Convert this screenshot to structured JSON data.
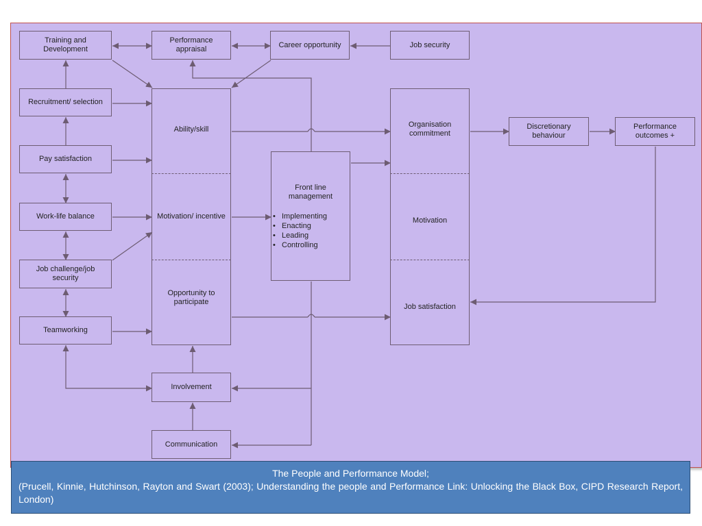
{
  "diagram": {
    "nodes": {
      "training": "Training and\nDevelopment",
      "appraisal": "Performance\nappraisal",
      "career": "Career opportunity",
      "jobsecurity": "Job security",
      "recruitment": "Recruitment/ selection",
      "pay": "Pay satisfaction",
      "worklife": "Work-life balance",
      "challenge": "Job challenge/job\nsecurity",
      "teamworking": "Teamworking",
      "involvement": "Involvement",
      "communication": "Communication",
      "discretionary": "Discretionary\nbehaviour",
      "outcomes": "Performance\noutcomes +"
    },
    "amo": {
      "ability": "Ability/skill",
      "motivation": "Motivation/ incentive",
      "opportunity": "Opportunity to\nparticipate"
    },
    "outcomes_box": {
      "commitment": "Organisation\ncommitment",
      "motivation": "Motivation",
      "satisfaction": "Job satisfaction"
    },
    "flm": {
      "title": "Front line\nmanagement",
      "items": [
        "Implementing",
        "Enacting",
        "Leading",
        "Controlling"
      ]
    }
  },
  "caption": {
    "title": "The People and Performance Model;",
    "reference": "(Prucell, Kinnie, Hutchinson, Rayton and Swart (2003); Understanding the people and Performance Link: Unlocking the Black Box, CIPD Research Report, London)"
  },
  "colors": {
    "background": "#c9b8ee",
    "line": "#6d5c72",
    "caption_bg": "#4f81bd"
  }
}
